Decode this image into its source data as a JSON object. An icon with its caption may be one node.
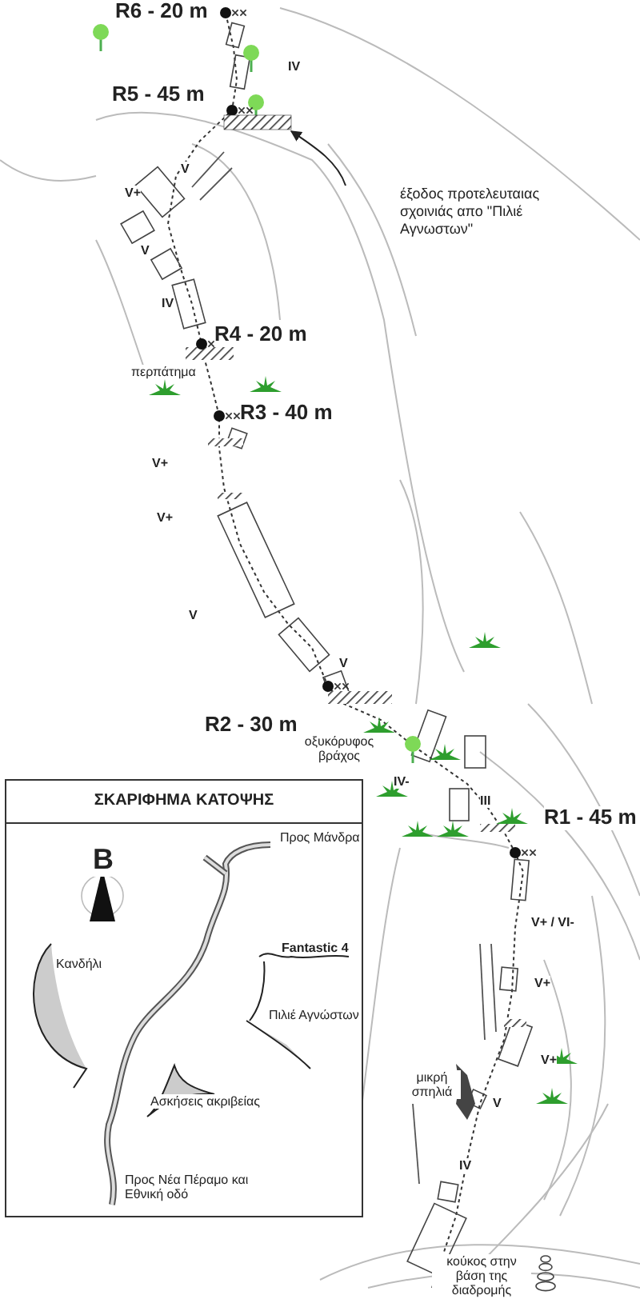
{
  "diagram": {
    "nodes": [
      {
        "text": [
          "έξοδος προτελευταιας σχοινιάς απο \"Πιλιέ Αγνωστων\""
        ]
      },
      {
        "text": [],
        "shape": "bar"
      },
      {
        "text": [
          "ΣΚΑΡΙΦΗΜΑ ΚΑΤΟΨΗΣ"
        ]
      }
    ],
    "edges": [
      {
        "from": 0,
        "to": 1,
        "arrow": "to"
      }
    ],
    "labels": [
      "R6 - 20 m",
      "IV",
      "R5 - 45 m",
      "V",
      "V+",
      "V",
      "IV",
      "R4 - 20 m",
      "περπάτημα",
      "R3 - 40 m",
      "V+",
      "V+",
      "V",
      "V",
      "R2 - 30 m",
      "οξυκόρυφος βράχος",
      "IV-",
      "III",
      "R1 - 45 m",
      "B",
      "Προς Μάνδρα",
      "Κανδήλι",
      "Fantastic 4",
      "Πιλιέ Αγνώστων",
      "Ασκήσεις ακριβείας",
      "Προς Νέα Πέραμο και Εθνική οδό",
      "V+ / VI-",
      "V+",
      "V+",
      "μικρή σπηλιά",
      "V",
      "IV",
      "κούκος στην βάση της διαδρομής"
    ]
  }
}
